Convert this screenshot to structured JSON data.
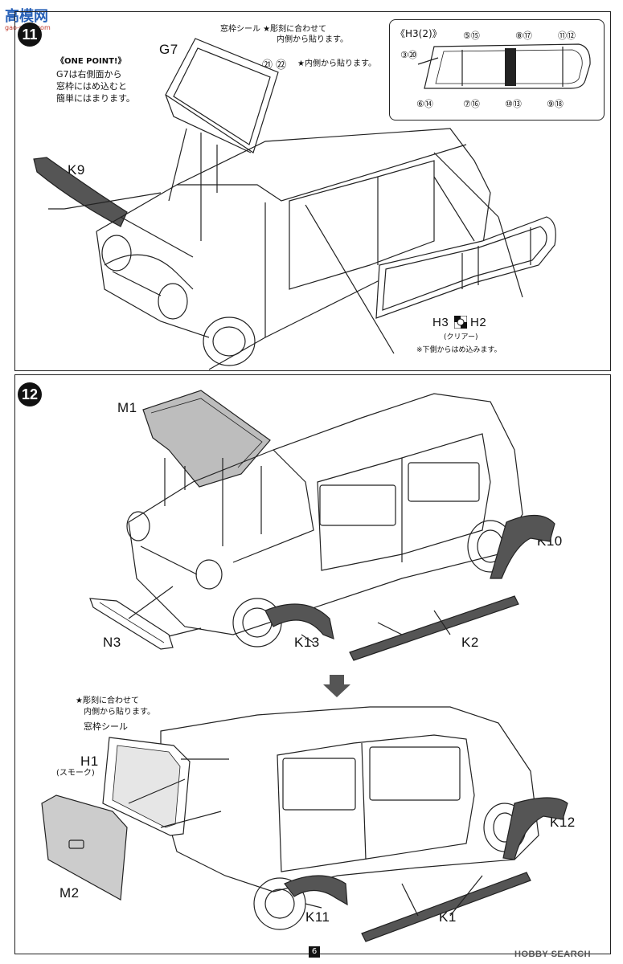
{
  "logo": {
    "mark": "高",
    "name": "模网",
    "url": "gao-shou.com"
  },
  "steps": [
    {
      "number": "11"
    },
    {
      "number": "12"
    }
  ],
  "step11": {
    "one_point_title": "《ONE POINT!》",
    "one_point_lines": [
      "G7は右側面から",
      "窓枠にはめ込むと",
      "簡単にはまります。"
    ],
    "part_g7": "G7",
    "part_k9": "K9",
    "seal_note_line1": "窓枠シール ★彫刻に合わせて",
    "seal_note_line2": "内側から貼ります。",
    "seal_21": "㉑",
    "seal_22": "㉒",
    "seal_inner_note": "★内側から貼ります。",
    "h3_label": "H3",
    "h2_label": "H2",
    "clear_note": "(クリアー)",
    "fit_note": "※下側からはめ込みます。",
    "inset": {
      "title": "《H3(2)》",
      "top_labels": [
        "③⑳",
        "⑤⑮",
        "⑧⑰",
        "⑪⑫"
      ],
      "bottom_labels": [
        "⑥⑭",
        "⑦⑯",
        "⑩⑬",
        "⑨⑱"
      ]
    }
  },
  "step12": {
    "part_m1": "M1",
    "part_n3": "N3",
    "part_k13": "K13",
    "part_k2": "K2",
    "part_k10": "K10",
    "seal_note_line1": "★彫刻に合わせて",
    "seal_note_line2": "内側から貼ります。",
    "seal_note_line3": "窓枠シール",
    "part_h1": "H1",
    "smoke_note": "(スモーク)",
    "part_m2": "M2",
    "part_k11": "K11",
    "part_k1": "K1",
    "part_k12": "K12"
  },
  "footer": {
    "page": "6",
    "watermark": "HOBBY SEARCH"
  }
}
